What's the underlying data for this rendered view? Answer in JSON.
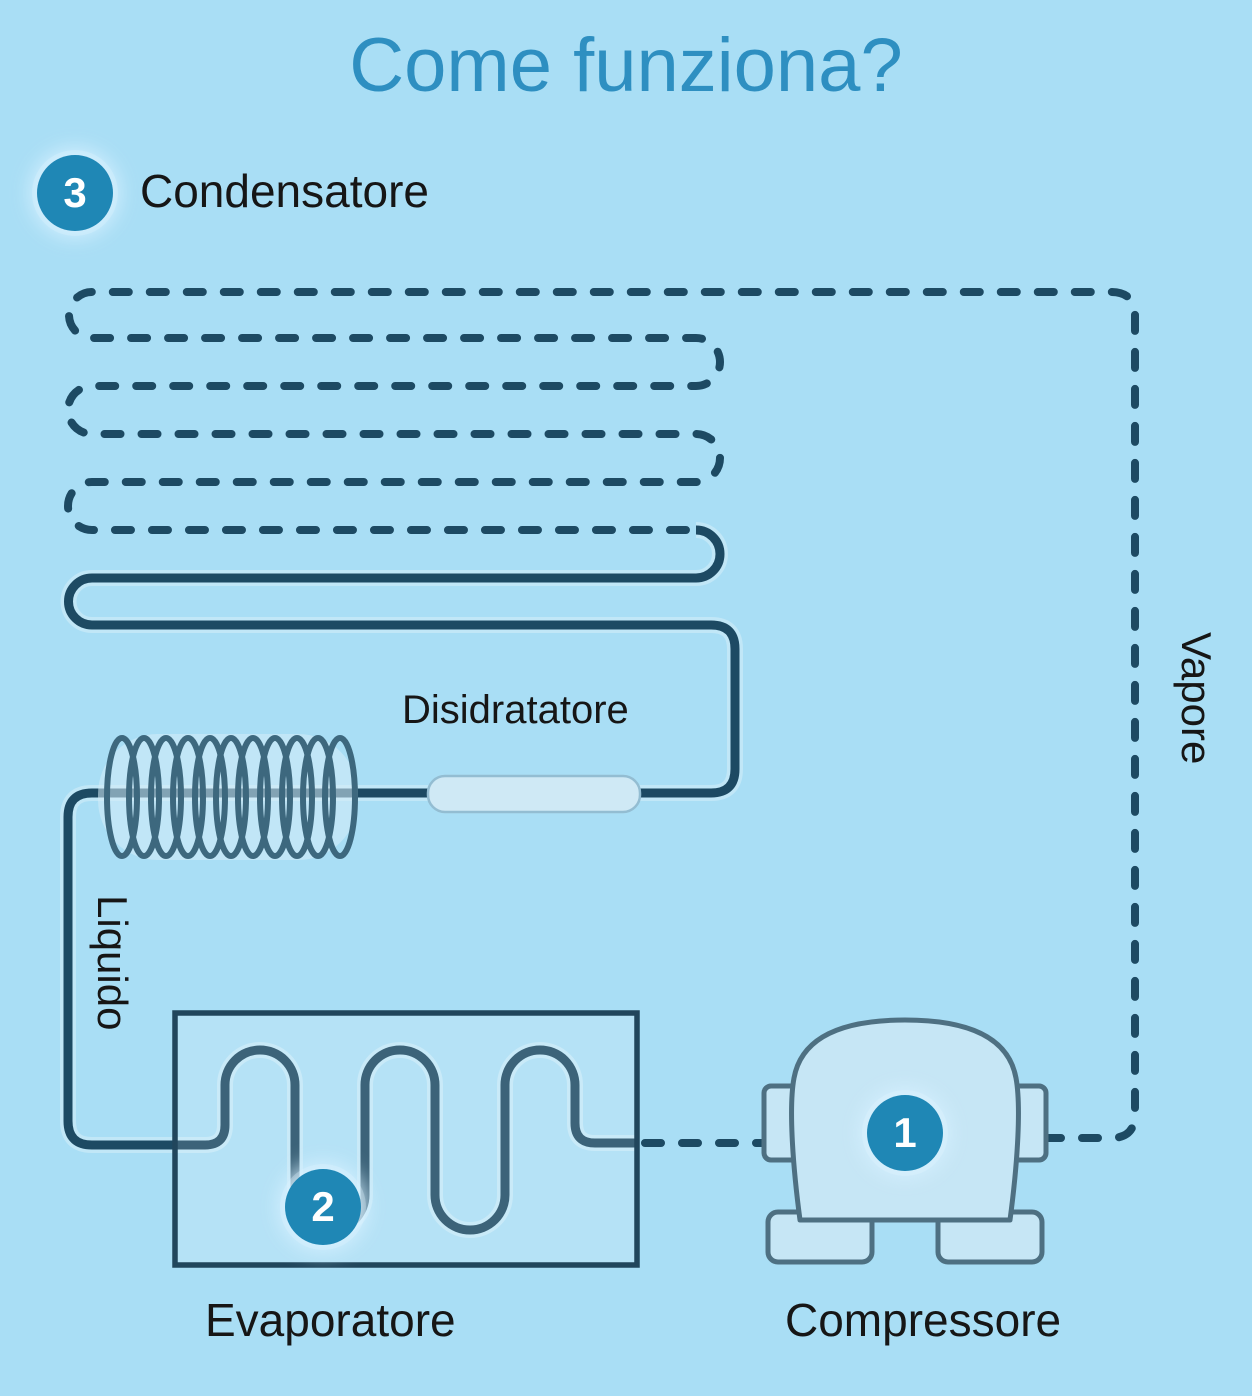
{
  "title": "Come funziona?",
  "labels": {
    "condensatore": "Condensatore",
    "disidratatore": "Disidratatore",
    "liquido": "Liquido",
    "vapore": "Vapore",
    "evaporatore": "Evaporatore",
    "compressore": "Compressore"
  },
  "badges": {
    "compressore": {
      "number": "1"
    },
    "evaporatore": {
      "number": "2"
    },
    "condensatore": {
      "number": "3"
    }
  },
  "colors": {
    "bg": "#a9def5",
    "accent": "#2e8fc1",
    "badge": "#1f87b5",
    "pipe": "#1d4a63",
    "outline": "#4e7082",
    "slate": "#3d687e",
    "text": "#161616"
  }
}
